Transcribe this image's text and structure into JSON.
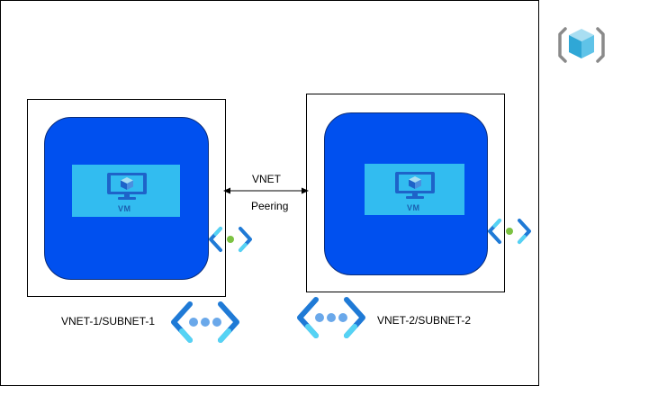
{
  "diagram": {
    "vnet_left": {
      "label": "VNET-1/SUBNET-1",
      "vm_caption": "VM"
    },
    "vnet_right": {
      "label": "VNET-2/SUBNET-2",
      "vm_caption": "VM"
    },
    "connector": {
      "line1": "VNET",
      "line2": "Peering"
    },
    "icons": {
      "vm": "virtual-machine-icon",
      "nic": "network-interface-icon",
      "vnet": "virtual-network-icon",
      "resource_group": "resource-group-icon"
    },
    "colors": {
      "vm_tile": "#0050ef",
      "vm_screen": "#32bcf0",
      "monitor": "#1e63c9",
      "vnet_icon_blue": "#1f7ad6",
      "vnet_icon_cyan": "#55d3f4",
      "nic_dot": "#7cc242"
    }
  }
}
